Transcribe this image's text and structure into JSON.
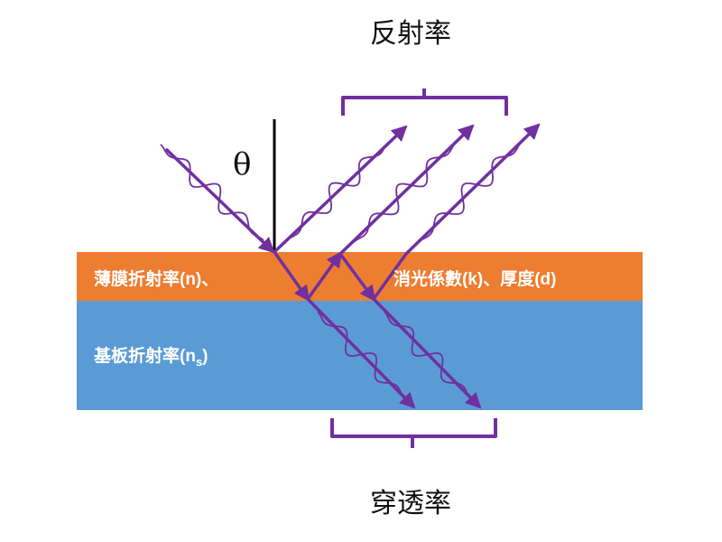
{
  "labels": {
    "reflectance": "反射率",
    "transmittance": "穿透率",
    "angle_symbol": "θ",
    "film_index": "薄膜折射率(n)、",
    "film_extinction_thickness": "消光係數(k)、厚度(d)",
    "substrate_index_main": "基板折射率(n",
    "substrate_index_sub": "s",
    "substrate_index_close": ")"
  },
  "colors": {
    "film_layer": "#ed7d31",
    "substrate_layer": "#5b9bd5",
    "ray": "#7030a0",
    "bracket": "#7030a0",
    "normal_line": "#000000",
    "background": "#ffffff"
  }
}
